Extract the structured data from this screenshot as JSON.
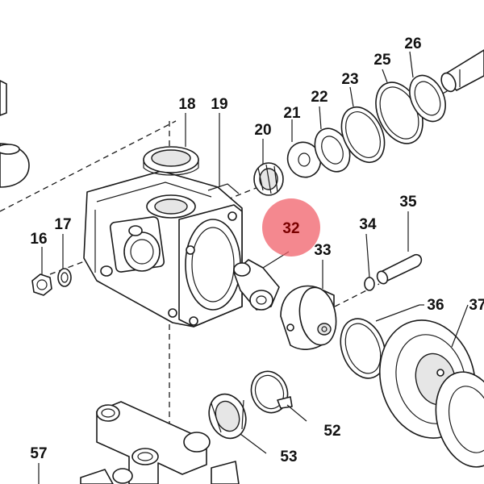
{
  "diagram": {
    "type": "exploded-parts-diagram",
    "highlight_color": "#f0606a",
    "line_color": "#1a1a1a",
    "labels": {
      "p16": "16",
      "p17": "17",
      "p18": "18",
      "p19": "19",
      "p20": "20",
      "p21": "21",
      "p22": "22",
      "p23": "23",
      "p25": "25",
      "p26": "26",
      "p32": "32",
      "p33": "33",
      "p34": "34",
      "p35": "35",
      "p36": "36",
      "p37": "37",
      "p52": "52",
      "p53": "53",
      "p57": "57"
    },
    "highlighted_part": "32"
  }
}
